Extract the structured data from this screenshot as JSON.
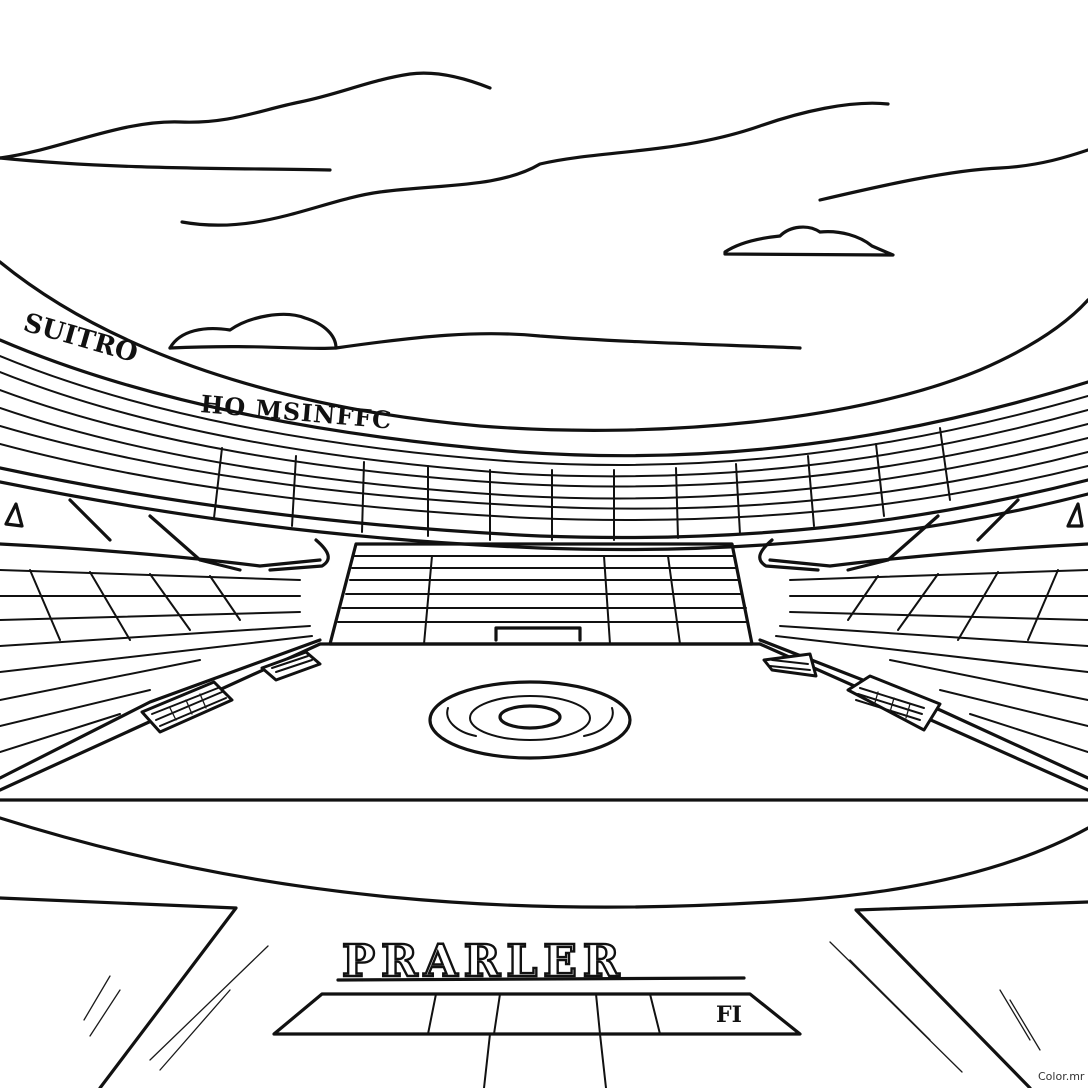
{
  "stadium": {
    "banner_left": "SUITRO",
    "banner_right": "HO MSINFFC",
    "field_lettering": "PRARLER",
    "scoreboard_mark": "FI"
  },
  "watermark": "Color.mr",
  "colors": {
    "ink": "#111111",
    "paper": "#ffffff"
  }
}
